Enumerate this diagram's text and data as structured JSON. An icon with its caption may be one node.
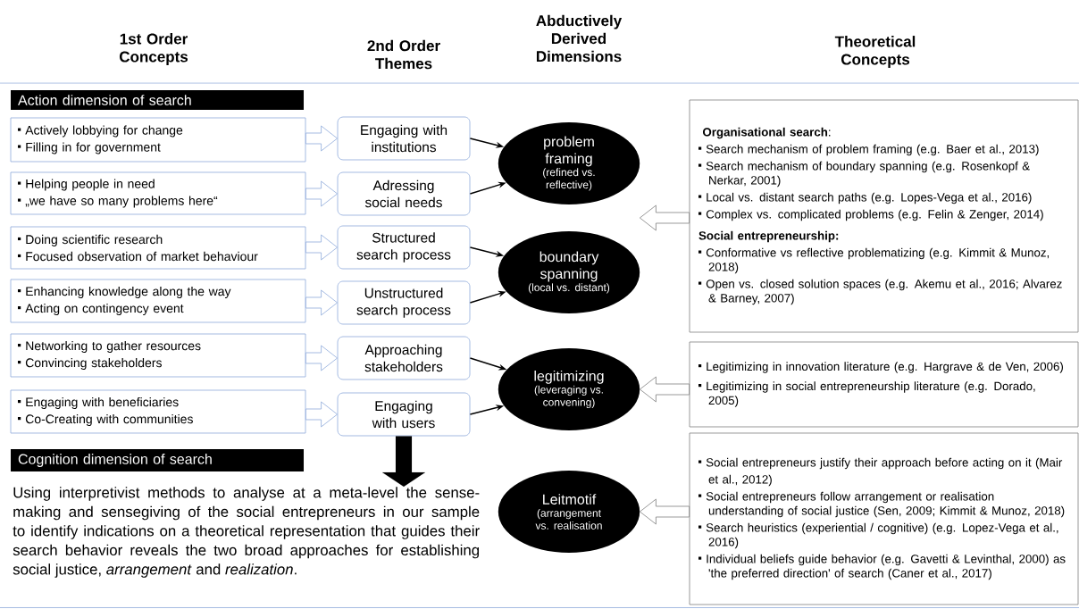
{
  "diagram": {
    "nodes": [
      {
        "text": [
          "Action dimension of search"
        ]
      },
      {
        "text": [
          "Actively lobbying for change",
          "Filling in for government"
        ]
      },
      {
        "text": [
          "Helping people in need",
          "„we have so many problems here“"
        ]
      },
      {
        "text": [
          "Doing scientific research",
          "Focused observation of market behaviour"
        ]
      },
      {
        "text": [
          "Enhancing knowledge along the way",
          "Acting on contingency event"
        ]
      },
      {
        "text": [
          "Networking to gather resources",
          "Convincing stakeholders"
        ]
      },
      {
        "text": [
          "Engaging with beneficiaries",
          "Co-Creating with communities"
        ]
      },
      {
        "text": [
          "Engaging with institutions"
        ]
      },
      {
        "text": [
          "Adressing social needs"
        ]
      },
      {
        "text": [
          "Structured search process"
        ]
      },
      {
        "text": [
          "Unstructured search process"
        ]
      },
      {
        "text": [
          "Approaching stakeholders"
        ]
      },
      {
        "text": [
          "Engaging with users"
        ]
      },
      {
        "text": [
          "problem framing",
          "(refined vs. reflective)"
        ]
      },
      {
        "text": [
          "boundary spanning",
          "(local vs. distant)"
        ]
      },
      {
        "text": [
          "legitimizing",
          "(leveraging vs. convening)"
        ]
      },
      {
        "text": [
          "Leitmotif",
          "(arrangement vs. realisation"
        ]
      },
      {
        "text": [
          "Cognition dimension of search"
        ]
      },
      {
        "text": [
          "Using interpretivist methods to analyse at a meta-level the sense-making and sensegiving of the social entrepreneurs in our sample to identify indications on a theoretical representation that guides their search behavior reveals the two broad approaches for establishing social justice, *arrangement* and *realization*."
        ]
      },
      {
        "text": [
          "**Organisational search**:",
          "Search mechanism of problem framing (e.g. Baer et al., 2013)",
          "Search mechanism of boundary spanning (e.g. Rosenkopf & Nerkar, 2001)",
          "Local vs. distant search paths (e.g. Lopes-Vega et al., 2016)",
          "Complex vs. complicated problems (e.g. Felin & Zenger, 2014)",
          "Social entrepreneurship:",
          "Conformative vs reflective problematizing (e.g. Kimmit & Munoz, 2018)",
          "Open vs. closed solution spaces (e.g. Akemu et al., 2016; Alvarez & Barney, 2007)"
        ]
      },
      {
        "text": [
          "Legitimizing in innovation literature (e.g. Hargrave & de Ven, 2006)",
          "Legitimizing in social entrepreneurship literature (e.g. Dorado, 2005)"
        ]
      },
      {
        "text": [
          "Social entrepreneurs justify their approach before acting on it (Mair et al., 2012)",
          "Social entrepreneurs follow arrangement or realisation understanding of social justice (Sen, 2009; Kimmit & Munoz, 2018)",
          "Search heuristics (experiential / cognitive) (e.g. Lopez-Vega et al., 2016)",
          "Individual beliefs guide behavior (e.g. Gavetti & Levinthal, 2000) as 'the preferred direction' of search (Caner et al., 2017)"
        ]
      }
    ],
    "edges": [
      {
        "from": 1,
        "to": 7,
        "arrow": "to"
      },
      {
        "from": 2,
        "to": 8,
        "arrow": "to"
      },
      {
        "from": 3,
        "to": 9,
        "arrow": "to"
      },
      {
        "from": 4,
        "to": 10,
        "arrow": "to"
      },
      {
        "from": 5,
        "to": 11,
        "arrow": "to"
      },
      {
        "from": 6,
        "to": 12,
        "arrow": "to"
      },
      {
        "from": 7,
        "to": 13,
        "arrow": "to",
        "color": "#000000"
      },
      {
        "from": 8,
        "to": 13,
        "arrow": "to",
        "color": "#000000"
      },
      {
        "from": 9,
        "to": 14,
        "arrow": "to",
        "color": "#000000"
      },
      {
        "from": 10,
        "to": 14,
        "arrow": "to",
        "color": "#000000"
      },
      {
        "from": 11,
        "to": 15,
        "arrow": "to",
        "color": "#000000"
      },
      {
        "from": 12,
        "to": 15,
        "arrow": "to",
        "color": "#000000"
      },
      {
        "from": 19,
        "to": null,
        "arrow": "to",
        "color": "#7f7f7f"
      },
      {
        "from": 20,
        "to": 15,
        "arrow": "to",
        "color": "#7f7f7f"
      },
      {
        "from": 21,
        "to": 16,
        "arrow": "to",
        "color": "#7f7f7f"
      },
      {
        "from": 12,
        "to": 18,
        "arrow": "to",
        "style": "thick",
        "color": "#000000"
      }
    ],
    "labels": [
      "1st Order Concepts",
      "2nd Order Themes",
      "Abductively Derived Dimensions",
      "Theoretical Concepts"
    ]
  }
}
